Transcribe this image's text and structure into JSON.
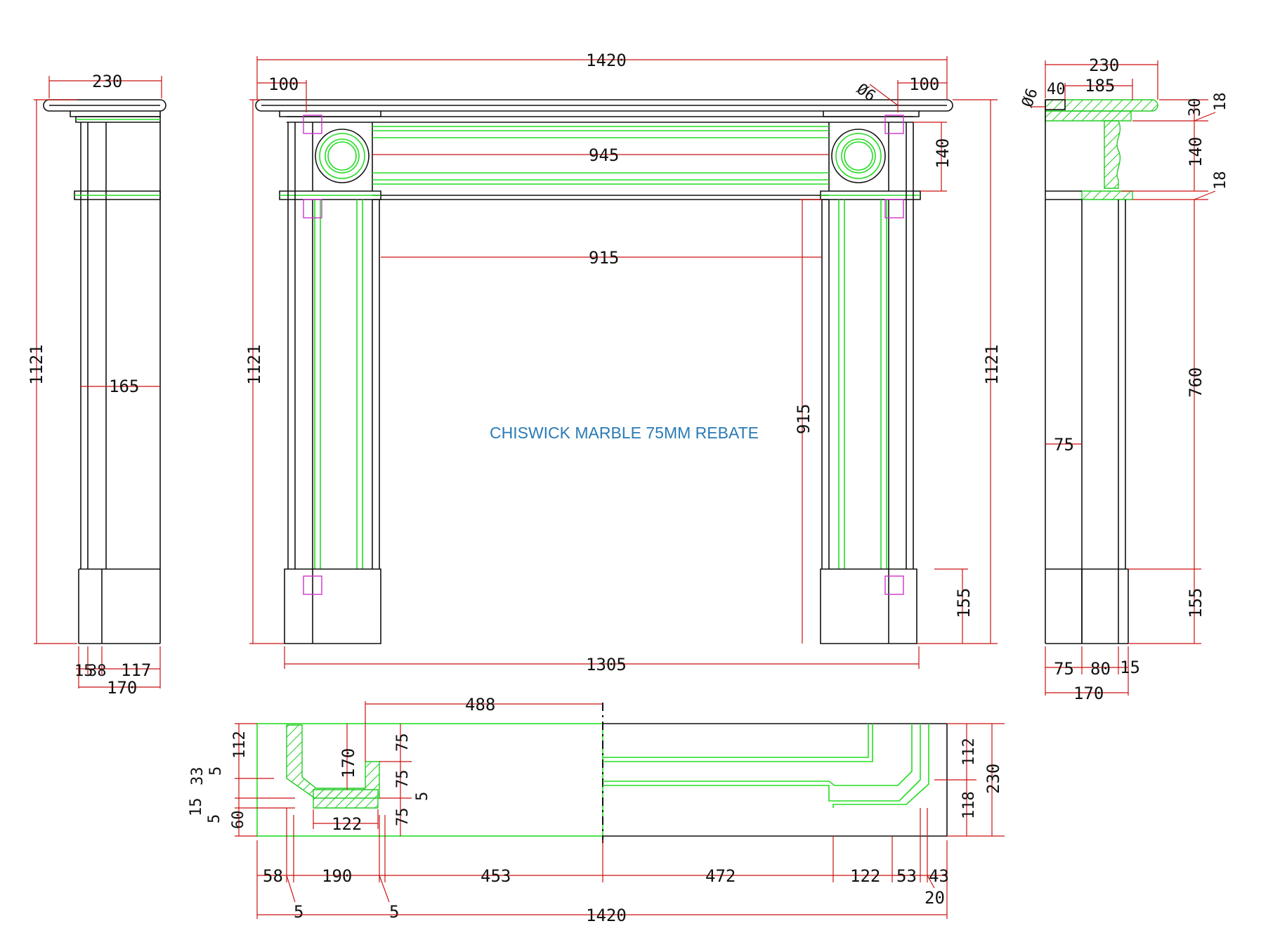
{
  "title": "CHISWICK MARBLE 75MM REBATE",
  "colors": {
    "outline": "#111111",
    "moulding": "#22dd22",
    "dimension": "#cc1111",
    "fixing": "#cc33cc",
    "title": "#2a7ab6"
  },
  "dims": {
    "front_width_top": "1420",
    "front_overhang_left": "100",
    "front_overhang_right": "100",
    "fixing_dia": "Ø6",
    "frieze_width": "945",
    "opening_width": "915",
    "frieze_height": "140",
    "front_height_left": "1121",
    "front_height_right": "1121",
    "opening_height": "915",
    "plinth_height": "155",
    "legs_width": "1305",
    "left_top_depth": "230",
    "left_height": "1121",
    "left_leg_depth": "165",
    "left_b1": "15",
    "left_b2": "38",
    "left_b3": "117",
    "left_bottom_depth": "170",
    "sec_top_width": "230",
    "sec_dia": "Ø6",
    "sec_40": "40",
    "sec_185": "185",
    "sec_30": "30",
    "sec_18a": "18",
    "sec_140": "140",
    "sec_18b": "18",
    "sec_760": "760",
    "sec_75_mid": "75",
    "sec_155": "155",
    "sec_b75": "75",
    "sec_b80": "80",
    "sec_b15": "15",
    "sec_b170": "170",
    "plan_488": "488",
    "plan_112a": "112",
    "plan_33": "33",
    "plan_5a": "5",
    "plan_15": "15",
    "plan_5b": "5",
    "plan_60": "60",
    "plan_170": "170",
    "plan_75a": "75",
    "plan_75b": "75",
    "plan_5c": "5",
    "plan_75c": "75",
    "plan_122a": "122",
    "plan_112b": "112",
    "plan_118": "118",
    "plan_230": "230",
    "plan_58": "58",
    "plan_190": "190",
    "plan_453": "453",
    "plan_472": "472",
    "plan_122b": "122",
    "plan_53": "53",
    "plan_43": "43",
    "plan_20": "20",
    "plan_5d": "5",
    "plan_5e": "5",
    "plan_1420": "1420"
  }
}
